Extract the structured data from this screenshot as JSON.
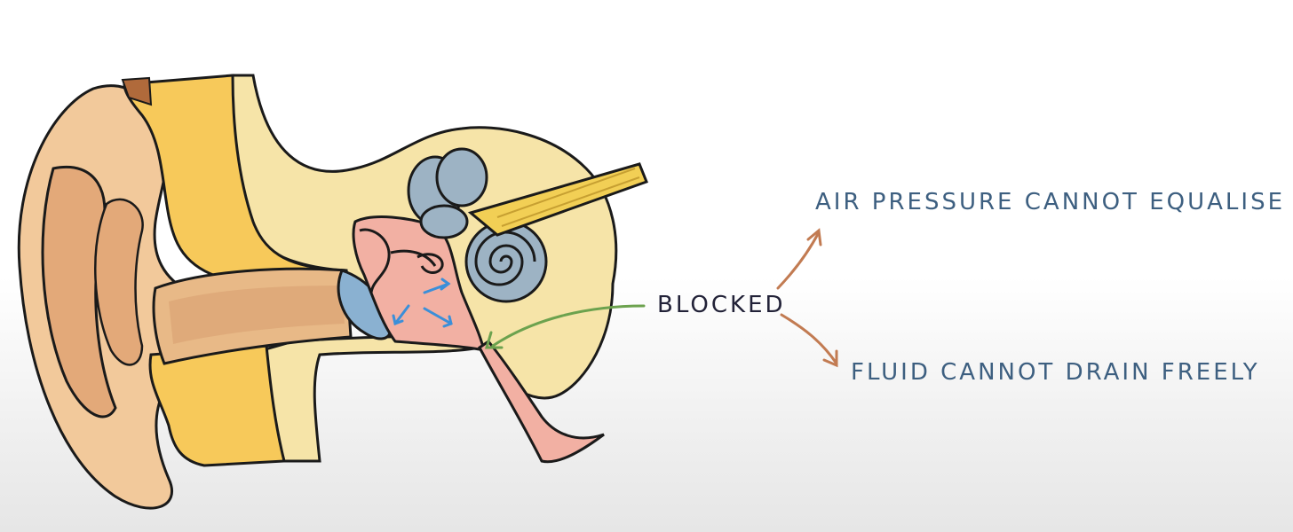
{
  "labels": {
    "blocked": "BLOCKED",
    "air_pressure": "AIR PRESSURE CANNOT EQUALISE",
    "fluid_drain": "FLUID CANNOT DRAIN FREELY"
  },
  "colors": {
    "skin_outer": "#f2c99b",
    "skin_inner": "#e3a979",
    "bone": "#f6e4a8",
    "fat_yellow": "#f7c95a",
    "middle_ear": "#f2b0a3",
    "canal_shadow": "#c9875e",
    "eardrum": "#8ab1d1",
    "cochlea": "#9db3c4",
    "nerve": "#f2cf55",
    "blue_text": "#3d5f80",
    "dark_text": "#222238",
    "green_arrow": "#6ca24e",
    "orange_arrow": "#c27b52",
    "fluid_arrow": "#3b8fd9"
  }
}
